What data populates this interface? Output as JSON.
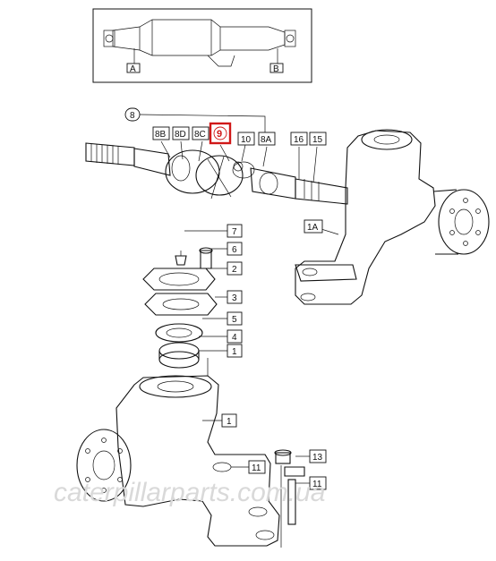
{
  "inset": {
    "label_a": "A",
    "label_b": "B"
  },
  "group_label": "8",
  "callouts": {
    "c8b": "8B",
    "c8d": "8D",
    "c8c": "8C",
    "c9": "9",
    "c10": "10",
    "c8a": "8A",
    "c16": "16",
    "c15": "15",
    "c1a": "1A",
    "c7": "7",
    "c6": "6",
    "c2": "2",
    "c3": "3",
    "c5": "5",
    "c4": "4",
    "c1_upper": "1",
    "c1_lower": "1",
    "c11_a": "11",
    "c11_b": "11",
    "c13": "13"
  },
  "highlight_color": "#d01818",
  "watermark": "caterpillarparts.com.ua"
}
